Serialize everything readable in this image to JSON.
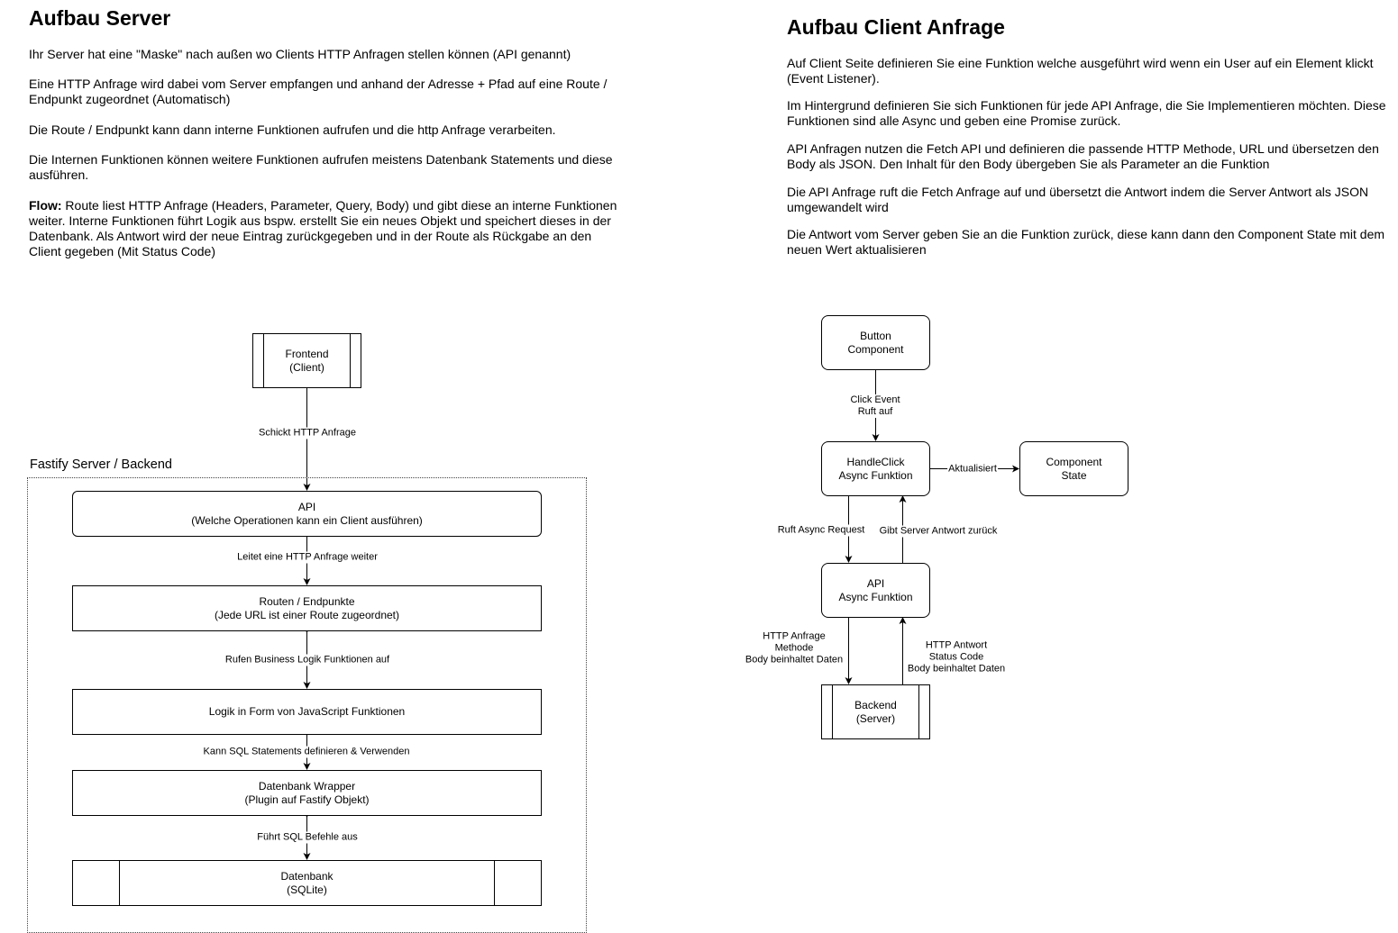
{
  "server": {
    "title": "Aufbau Server",
    "paragraphs": [
      "Ihr Server hat eine \"Maske\" nach außen wo Clients HTTP Anfragen stellen können (API genannt)",
      "Eine HTTP Anfrage wird dabei vom Server empfangen und anhand der Adresse + Pfad auf eine Route / Endpunkt zugeordnet (Automatisch)",
      "Die Route / Endpunkt kann dann interne Funktionen aufrufen und die http Anfrage verarbeiten.",
      "Die Internen Funktionen können weitere Funktionen aufrufen meistens Datenbank Statements und diese ausführen."
    ],
    "flow_label": "Flow:",
    "flow_text": " Route liest HTTP Anfrage (Headers, Parameter, Query, Body) und gibt diese an interne Funktionen weiter. Interne Funktionen führt Logik aus bspw. erstellt Sie ein neues Objekt und speichert dieses in der Datenbank. Als Antwort wird der neue Eintrag zurückgegeben und in der Route als Rückgabe an den Client gegeben (Mit Status Code)",
    "diagram": {
      "group_label": "Fastify Server / Backend",
      "nodes": {
        "frontend": "Frontend\n(Client)",
        "api": "API\n(Welche Operationen kann ein Client ausführen)",
        "routes": "Routen / Endpunkte\n(Jede URL ist einer Route zugeordnet)",
        "logic": "Logik in Form von JavaScript Funktionen",
        "db_wrapper": "Datenbank Wrapper\n(Plugin auf Fastify Objekt)",
        "db": "Datenbank\n(SQLite)"
      },
      "edges": {
        "frontend_api": "Schickt HTTP Anfrage",
        "api_routes": "Leitet eine HTTP Anfrage weiter",
        "routes_logic": "Rufen Business Logik Funktionen auf",
        "logic_wrapper": "Kann SQL Statements definieren & Verwenden",
        "wrapper_db": "Führt SQL Befehle aus"
      }
    }
  },
  "client": {
    "title": "Aufbau Client Anfrage",
    "paragraphs": [
      "Auf Client Seite definieren Sie eine Funktion welche ausgeführt wird wenn ein User auf ein Element klickt (Event Listener).",
      "Im Hintergrund definieren Sie sich Funktionen für jede API Anfrage, die Sie Implementieren möchten. Diese Funktionen sind alle Async und geben eine Promise zurück.",
      "API Anfragen nutzen die Fetch API und definieren die passende HTTP Methode, URL und übersetzen den Body als JSON. Den Inhalt für den Body übergeben Sie als Parameter an die Funktion",
      "Die API Anfrage ruft die Fetch Anfrage auf und übersetzt die Antwort indem die Server Antwort als JSON umgewandelt wird",
      "Die Antwort vom Server geben Sie an die Funktion zurück, diese kann dann den Component State mit dem neuen Wert aktualisieren"
    ],
    "diagram": {
      "nodes": {
        "button": "Button\nComponent",
        "handleclick": "HandleClick\nAsync Funktion",
        "state": "Component\nState",
        "api": "API\nAsync Funktion",
        "backend": "Backend\n(Server)"
      },
      "edges": {
        "button_handle": "Click Event\nRuft auf",
        "handle_state": "Aktualisiert",
        "handle_api": "Ruft Async Request",
        "api_handle": "Gibt Server Antwort zurück",
        "api_backend": "HTTP Anfrage\nMethode\nBody beinhaltet Daten",
        "backend_api": "HTTP Antwort\nStatus Code\nBody beinhaltet Daten"
      }
    }
  }
}
